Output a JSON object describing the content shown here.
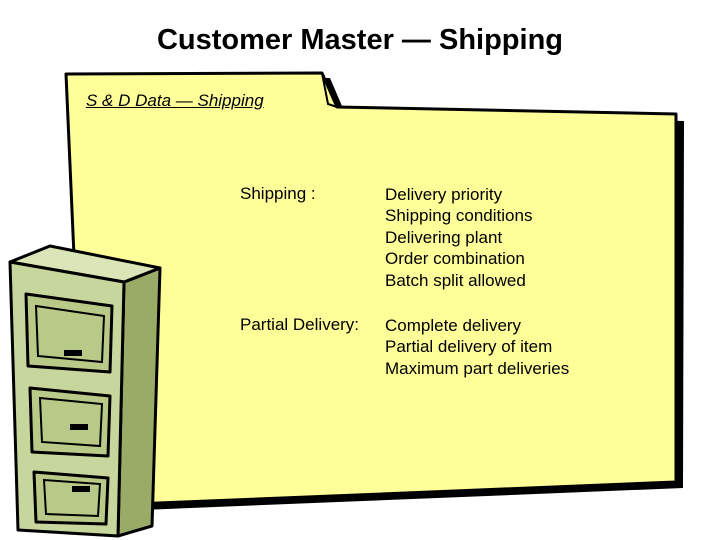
{
  "slide": {
    "title": "Customer Master — Shipping"
  },
  "folder": {
    "tab_label": "S & D Data — Shipping",
    "color": "#ffff99"
  },
  "sections": [
    {
      "label": "Shipping :",
      "values": [
        "Delivery priority",
        "Shipping conditions",
        "Delivering plant",
        "Order combination",
        "Batch split allowed"
      ]
    },
    {
      "label": "Partial Delivery:",
      "values": [
        "Complete delivery",
        "Partial delivery of item",
        "Maximum part deliveries"
      ]
    }
  ],
  "cabinet": {
    "color": "#c6d69c"
  }
}
